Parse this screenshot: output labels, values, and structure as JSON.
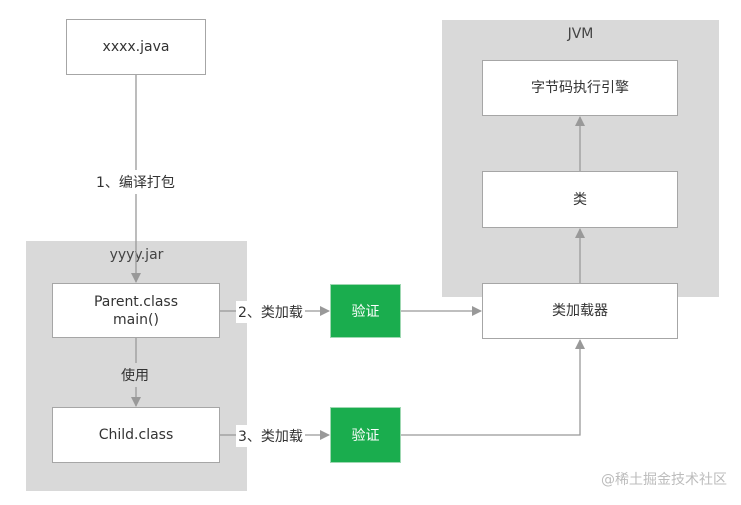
{
  "source_file": "xxxx.java",
  "step1_label": "1、编译打包",
  "jar": {
    "title": "yyyy.jar",
    "parent_line1": "Parent.class",
    "parent_line2": "main()",
    "use_label": "使用",
    "child": "Child.class"
  },
  "step2_label": "2、类加载",
  "step3_label": "3、类加载",
  "verify_top": "验证",
  "verify_bottom": "验证",
  "jvm": {
    "title": "JVM",
    "engine": "字节码执行引擎",
    "class_box": "类"
  },
  "class_loader": "类加载器",
  "watermark": "@稀土掘金技术社区",
  "colors": {
    "group_bg": "#d9d9d9",
    "verify_green": "#1aad4e",
    "arrow": "#999999"
  }
}
